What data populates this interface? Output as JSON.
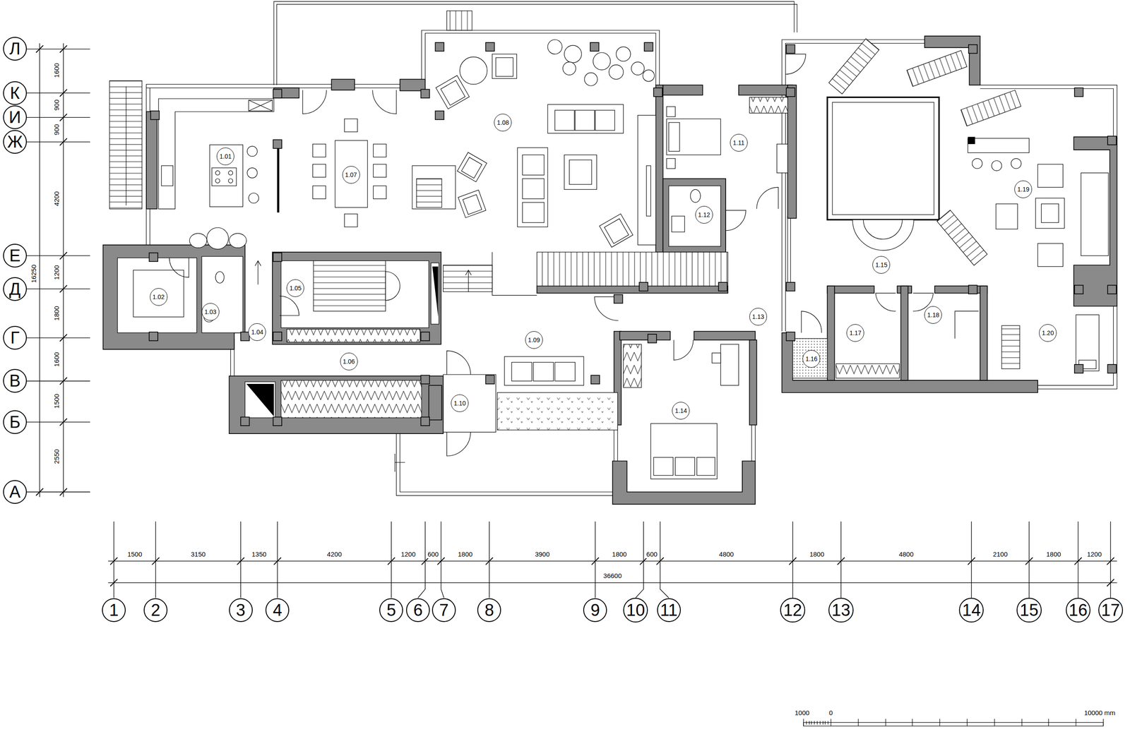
{
  "diagram": {
    "nodes": [
      {
        "text": [
          "Л"
        ]
      },
      {
        "text": [
          "К"
        ]
      },
      {
        "text": [
          "И"
        ]
      },
      {
        "text": [
          "Ж"
        ]
      },
      {
        "text": [
          "Е"
        ]
      },
      {
        "text": [
          "Д"
        ]
      },
      {
        "text": [
          "Г"
        ]
      },
      {
        "text": [
          "В"
        ]
      },
      {
        "text": [
          "Б"
        ]
      },
      {
        "text": [
          "А"
        ]
      },
      {
        "text": [
          "1.01"
        ]
      },
      {
        "text": [
          "1.02"
        ]
      },
      {
        "text": [
          "1.03"
        ]
      },
      {
        "text": [
          "1.04"
        ]
      },
      {
        "text": [
          "1.05"
        ]
      },
      {
        "text": [
          "1.06"
        ]
      },
      {
        "text": [
          "1.07"
        ]
      },
      {
        "text": [
          "1.08"
        ]
      },
      {
        "text": [
          "1.09"
        ]
      },
      {
        "text": [
          "1.10"
        ]
      },
      {
        "text": [
          "1.11"
        ]
      },
      {
        "text": [
          "1.12"
        ]
      },
      {
        "text": [
          "1.13"
        ]
      },
      {
        "text": [
          "1.14"
        ]
      },
      {
        "text": [
          "1.15"
        ]
      },
      {
        "text": [
          "1.16"
        ]
      },
      {
        "text": [
          "1.17"
        ]
      },
      {
        "text": [
          "1.18"
        ]
      },
      {
        "text": [
          "1.19"
        ]
      },
      {
        "text": [
          "1.20"
        ]
      },
      {
        "text": [
          "1"
        ]
      },
      {
        "text": [
          "2"
        ]
      },
      {
        "text": [
          "3"
        ]
      },
      {
        "text": [
          "4"
        ]
      },
      {
        "text": [
          "5"
        ]
      },
      {
        "text": [
          "6"
        ]
      },
      {
        "text": [
          "7"
        ]
      },
      {
        "text": [
          "8"
        ]
      },
      {
        "text": [
          "9"
        ]
      },
      {
        "text": [
          "10"
        ]
      },
      {
        "text": [
          "11"
        ]
      },
      {
        "text": [
          "12"
        ]
      },
      {
        "text": [
          "13"
        ]
      },
      {
        "text": [
          "14"
        ]
      },
      {
        "text": [
          "15"
        ]
      },
      {
        "text": [
          "16"
        ]
      },
      {
        "text": [
          "17"
        ]
      }
    ],
    "labels": [
      "1600",
      "900",
      "900",
      "4200",
      "1200",
      "1800",
      "1600",
      "1500",
      "2550",
      "16250",
      "1500",
      "3150",
      "1350",
      "4200",
      "1200",
      "600",
      "1800",
      "3900",
      "1800",
      "600",
      "4800",
      "1800",
      "4800",
      "2100",
      "1800",
      "1200",
      "36600",
      "1000",
      "0",
      "10000 mm"
    ]
  }
}
